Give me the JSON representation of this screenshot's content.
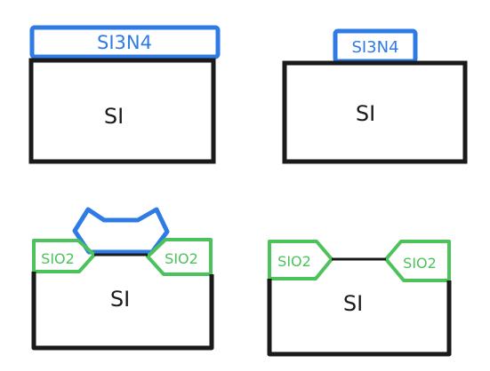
{
  "colors": {
    "si": "#1a1a1a",
    "nitride": "#2e7be6",
    "oxide": "#4cc25a"
  },
  "panels": [
    {
      "step": 1,
      "substrate": "SI",
      "nitride": "SI3N4"
    },
    {
      "step": 2,
      "substrate": "SI",
      "nitride": "SI3N4"
    },
    {
      "step": 3,
      "substrate": "SI",
      "oxide_left": "SIO2",
      "oxide_right": "SIO2"
    },
    {
      "step": 4,
      "substrate": "SI",
      "oxide_left": "SIO2",
      "oxide_right": "SIO2"
    }
  ]
}
